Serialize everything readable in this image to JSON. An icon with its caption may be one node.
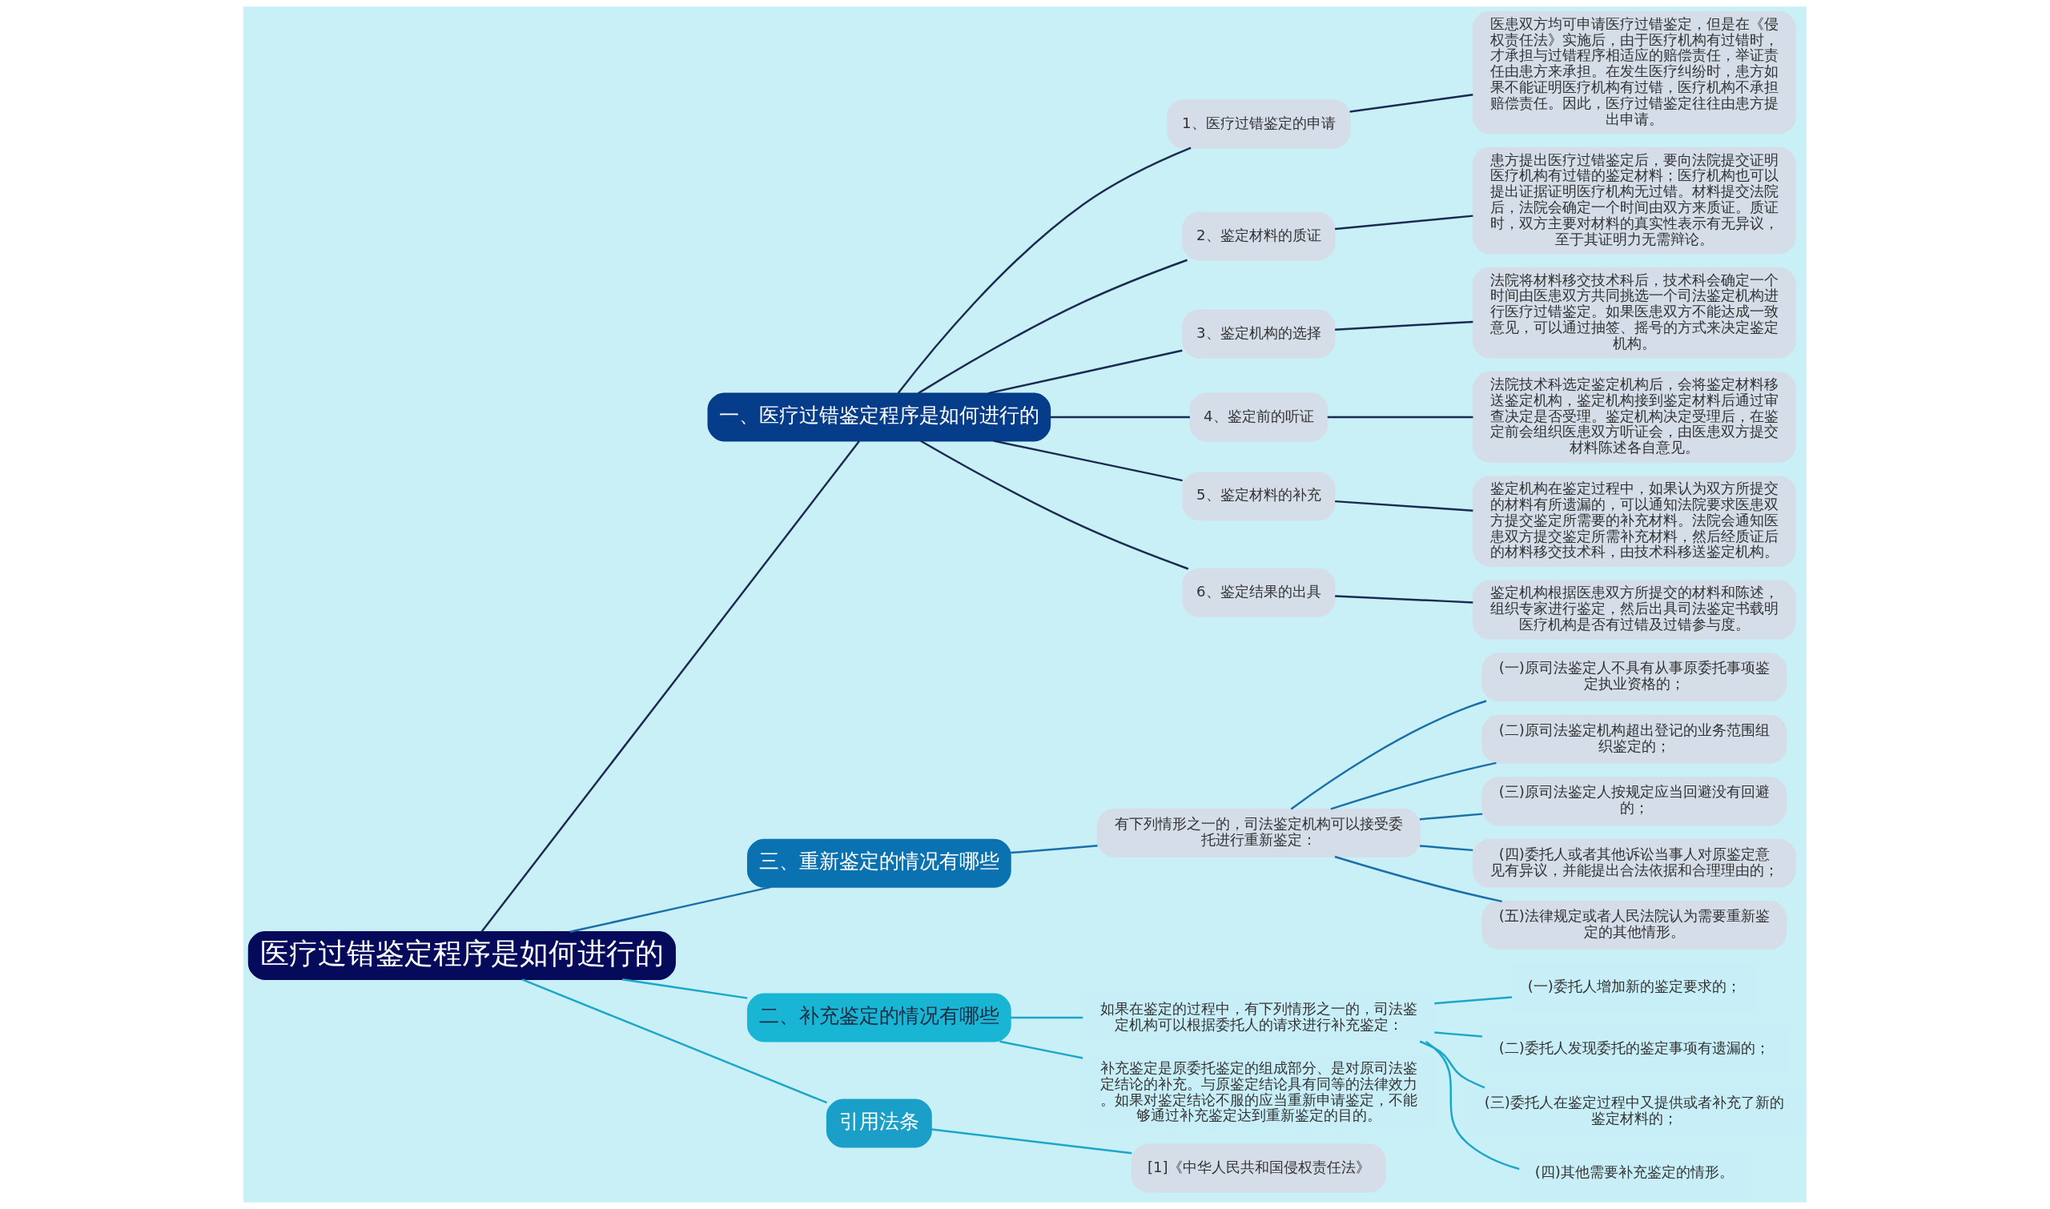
{
  "diagram": {
    "nodes": [
      {
        "text": [
          "医疗过错鉴定程序是如何进行的"
        ]
      },
      {
        "text": [
          "一、医疗过错鉴定程序是如何进行的"
        ]
      },
      {
        "text": [
          "1、医疗过错鉴定的申请"
        ]
      },
      {
        "text": [
          "医患双方均可申请医疗过错鉴定，但是在《侵权责任法》实施后，由于医疗机构有过错时，才承担与过错程序相适应的赔偿责任，举证责任由患方来承担。在发生医疗纠纷时，患方如果不能证明医疗机构有过错，医疗机构不承担赔偿责任。因此，医疗过错鉴定往往由患方提出申请。"
        ]
      },
      {
        "text": [
          "2、鉴定材料的质证"
        ]
      },
      {
        "text": [
          "患方提出医疗过错鉴定后，要向法院提交证明医疗机构有过错的鉴定材料；医疗机构也可以提出证据证明医疗机构无过错。材料提交法院后，法院会确定一个时间由双方来质证。质证时，双方主要对材料的真实性表示有无异议，至于其证明力无需辩论。"
        ]
      },
      {
        "text": [
          "3、鉴定机构的选择"
        ]
      },
      {
        "text": [
          "法院将材料移交技术科后，技术科会确定一个时间由医患双方共同挑选一个司法鉴定机构进行医疗过错鉴定。如果医患双方不能达成一致意见，可以通过抽签、摇号的方式来决定鉴定机构。"
        ]
      },
      {
        "text": [
          "4、鉴定前的听证"
        ]
      },
      {
        "text": [
          "法院技术科选定鉴定机构后，会将鉴定材料移送鉴定机构，鉴定机构接到鉴定材料后通过审查决定是否受理。鉴定机构决定受理后，在鉴定前会组织医患双方听证会，由医患双方提交材料陈述各自意见。"
        ]
      },
      {
        "text": [
          "5、鉴定材料的补充"
        ]
      },
      {
        "text": [
          "鉴定机构在鉴定过程中，如果认为双方所提交的材料有所遗漏的，可以通知法院要求医患双方提交鉴定所需要的补充材料。法院会通知医患双方提交鉴定所需补充材料，然后经质证后的材料移交技术科，由技术科移送鉴定机构。"
        ]
      },
      {
        "text": [
          "6、鉴定结果的出具"
        ]
      },
      {
        "text": [
          "鉴定机构根据医患双方所提交的材料和陈述，组织专家进行鉴定，然后出具司法鉴定书载明医疗机构是否有过错及过错参与度。"
        ]
      },
      {
        "text": [
          "三、重新鉴定的情况有哪些"
        ]
      },
      {
        "text": [
          "有下列情形之一的，司法鉴定机构可以接受委托进行重新鉴定："
        ]
      },
      {
        "text": [
          "(一)原司法鉴定人不具有从事原委托事项鉴定执业资格的；"
        ]
      },
      {
        "text": [
          "(二)原司法鉴定机构超出登记的业务范围组织鉴定的；"
        ]
      },
      {
        "text": [
          "(三)原司法鉴定人按规定应当回避没有回避的；"
        ]
      },
      {
        "text": [
          "(四)委托人或者其他诉讼当事人对原鉴定意见有异议，并能提出合法依据和合理理由的；"
        ]
      },
      {
        "text": [
          "(五)法律规定或者人民法院认为需要重新鉴定的其他情形。"
        ]
      },
      {
        "text": [
          "二、补充鉴定的情况有哪些"
        ]
      },
      {
        "text": [
          "如果在鉴定的过程中，有下列情形之一的，司法鉴定机构可以根据委托人的请求进行补充鉴定："
        ]
      },
      {
        "text": [
          "(一)委托人增加新的鉴定要求的；"
        ]
      },
      {
        "text": [
          "(二)委托人发现委托的鉴定事项有遗漏的；"
        ]
      },
      {
        "text": [
          "(三)委托人在鉴定过程中又提供或者补充了新的鉴定材料的；"
        ]
      },
      {
        "text": [
          "(四)其他需要补充鉴定的情形。"
        ]
      },
      {
        "text": [
          "补充鉴定是原委托鉴定的组成部分、是对原司法鉴定结论的补充。与原鉴定结论具有同等的法律效力。如果对鉴定结论不服的应当重新申请鉴定，不能够通过补充鉴定达到重新鉴定的目的。"
        ]
      },
      {
        "text": [
          "引用法条"
        ]
      },
      {
        "text": [
          "[1]《中华人民共和国侵权责任法》"
        ]
      }
    ],
    "edges": [
      {
        "from": 0,
        "to": 1,
        "arrow": "none"
      },
      {
        "from": 1,
        "to": 2,
        "arrow": "none"
      },
      {
        "from": 2,
        "to": 3,
        "arrow": "none"
      },
      {
        "from": 1,
        "to": 4,
        "arrow": "none"
      },
      {
        "from": 4,
        "to": 5,
        "arrow": "none"
      },
      {
        "from": 1,
        "to": 6,
        "arrow": "none"
      },
      {
        "from": 6,
        "to": 7,
        "arrow": "none"
      },
      {
        "from": 1,
        "to": 8,
        "arrow": "none"
      },
      {
        "from": 8,
        "to": 9,
        "arrow": "none"
      },
      {
        "from": 1,
        "to": 10,
        "arrow": "none"
      },
      {
        "from": 10,
        "to": 11,
        "arrow": "none"
      },
      {
        "from": 1,
        "to": 12,
        "arrow": "none"
      },
      {
        "from": 12,
        "to": 13,
        "arrow": "none"
      },
      {
        "from": 0,
        "to": 14,
        "arrow": "none",
        "color": "#1a6fa8"
      },
      {
        "from": 14,
        "to": 15,
        "arrow": "none",
        "color": "#1a6fa8"
      },
      {
        "from": 15,
        "to": 16,
        "arrow": "none",
        "color": "#1a6fa8"
      },
      {
        "from": 15,
        "to": 17,
        "arrow": "none",
        "color": "#1a6fa8"
      },
      {
        "from": 15,
        "to": 18,
        "arrow": "none",
        "color": "#1a6fa8"
      },
      {
        "from": 15,
        "to": 19,
        "arrow": "none",
        "color": "#1a6fa8"
      },
      {
        "from": 15,
        "to": 20,
        "arrow": "none",
        "color": "#1a6fa8"
      },
      {
        "from": 0,
        "to": 21,
        "arrow": "none",
        "color": "#1ba7c9"
      },
      {
        "from": 21,
        "to": 22,
        "arrow": "none",
        "color": "#1ba7c9"
      },
      {
        "from": 22,
        "to": 23,
        "arrow": "none",
        "color": "#1ba7c9"
      },
      {
        "from": 22,
        "to": 24,
        "arrow": "none",
        "color": "#1ba7c9"
      },
      {
        "from": 22,
        "to": 25,
        "arrow": "none",
        "color": "#1ba7c9"
      },
      {
        "from": 22,
        "to": 26,
        "arrow": "none",
        "color": "#1ba7c9"
      },
      {
        "from": 21,
        "to": 27,
        "arrow": "none",
        "color": "#1ba7c9"
      },
      {
        "from": 0,
        "to": 28,
        "arrow": "none",
        "color": "#1ba7c9"
      },
      {
        "from": 28,
        "to": 29,
        "arrow": "none",
        "color": "#1ba7c9"
      }
    ]
  }
}
